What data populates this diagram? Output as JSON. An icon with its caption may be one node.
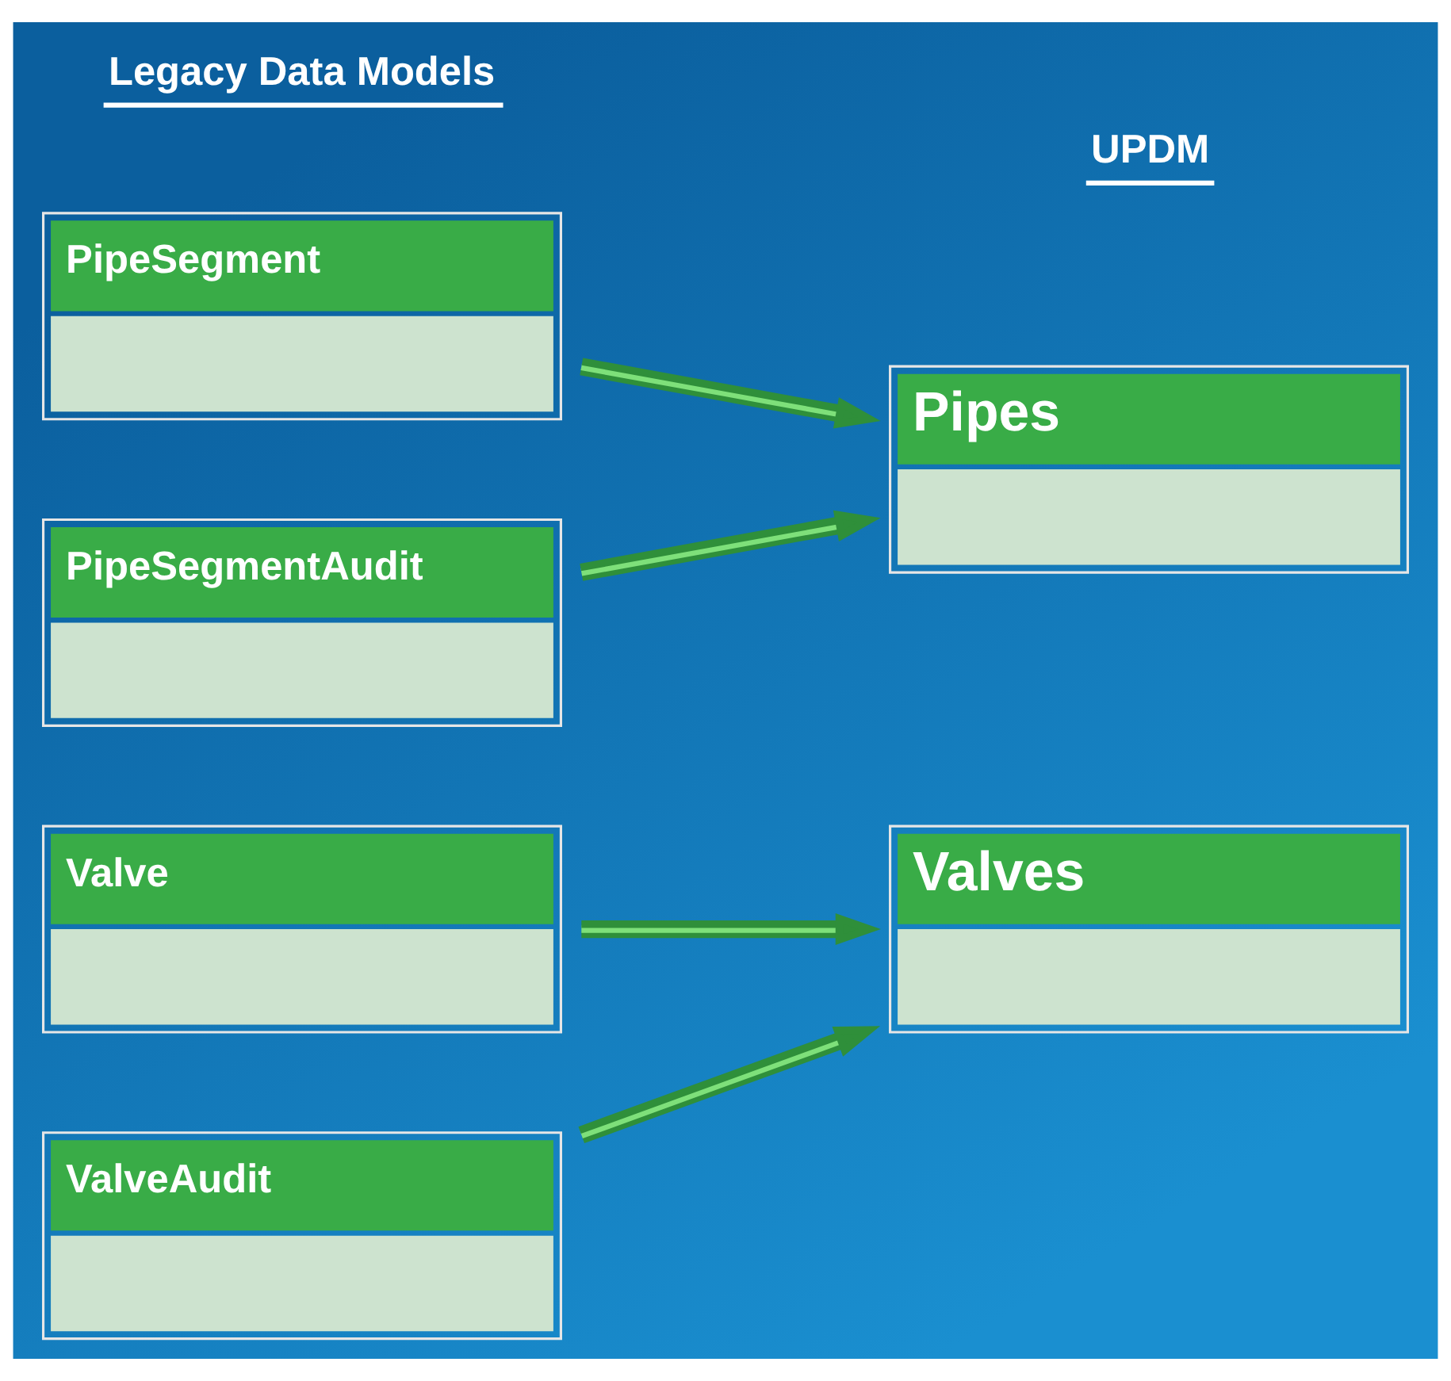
{
  "diagram": {
    "nodes": [
      {
        "text": [
          "PipeSegment"
        ]
      },
      {
        "text": [
          "PipeSegmentAudit"
        ]
      },
      {
        "text": [
          "Valve"
        ]
      },
      {
        "text": [
          "ValveAudit"
        ]
      },
      {
        "text": [
          "Pipes"
        ]
      },
      {
        "text": [
          "Valves"
        ]
      }
    ],
    "edges": [
      {
        "from": 0,
        "to": 4,
        "arrow": "to"
      },
      {
        "from": 1,
        "to": 4,
        "arrow": "to"
      },
      {
        "from": 2,
        "to": 5,
        "arrow": "to"
      },
      {
        "from": 3,
        "to": 5,
        "arrow": "to"
      }
    ],
    "labels": [
      "Legacy Data Models",
      "UPDM"
    ]
  }
}
